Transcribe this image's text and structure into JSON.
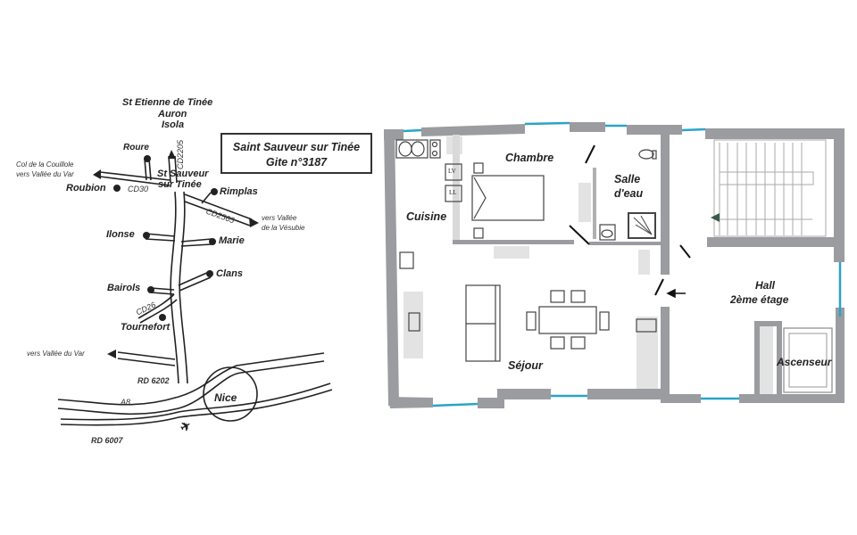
{
  "map": {
    "title_box": {
      "line1": "Saint Sauveur sur Tinée",
      "line2": "Gite n°3187"
    },
    "places": {
      "st_etienne": "St Etienne de Tinée",
      "auron": "Auron",
      "isola": "Isola",
      "roure": "Roure",
      "col_couillole": "Col de la Couillole",
      "vers_var_top": "vers Vallée du Var",
      "st_sauveur_1": "St Sauveur",
      "st_sauveur_2": "sur Tinée",
      "roubion": "Roubion",
      "rimplas": "Rimplas",
      "vers_vesubie_1": "vers Vallée",
      "vers_vesubie_2": "de la Vésubie",
      "ilonse": "Ilonse",
      "marie": "Marie",
      "bairols": "Bairols",
      "clans": "Clans",
      "tournefort": "Tournefort",
      "vers_var_bottom": "vers Vallée du Var",
      "nice": "Nice"
    },
    "roads": {
      "cd2205": "CD2205",
      "cd30": "CD30",
      "cd2565": "CD2565",
      "cd26": "CD26",
      "rd6202": "RD 6202",
      "a8": "A8",
      "rd6007": "RD 6007"
    },
    "icons": {
      "airport": "✈"
    }
  },
  "floorplan": {
    "rooms": {
      "chambre": "Chambre",
      "salle_1": "Salle",
      "salle_2": "d'eau",
      "cuisine": "Cuisine",
      "sejour": "Séjour",
      "hall_1": "Hall",
      "hall_2": "2ème étage",
      "ascenseur": "Ascenseur"
    },
    "appliances": {
      "lv": "LV",
      "ll": "LL"
    },
    "colors": {
      "wall": "#9a9ca0",
      "window": "#2aa3c9",
      "furniture_shade": "#e2e2e2"
    }
  }
}
